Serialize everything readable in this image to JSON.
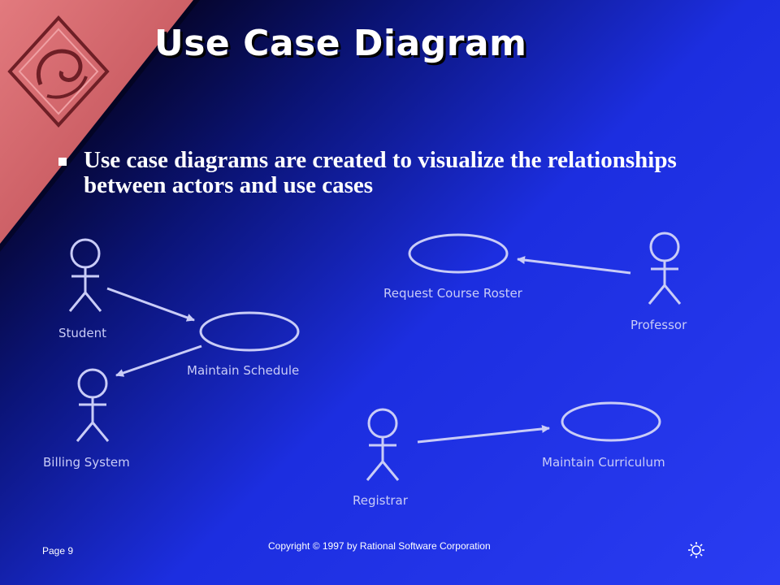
{
  "slide": {
    "title": "Use Case Diagram",
    "bullet": "Use case diagrams are created to visualize the relationships between actors and use cases"
  },
  "diagram": {
    "actors": [
      {
        "id": "student",
        "label": "Student"
      },
      {
        "id": "billing",
        "label": "Billing System"
      },
      {
        "id": "registrar",
        "label": "Registrar"
      },
      {
        "id": "professor",
        "label": "Professor"
      }
    ],
    "use_cases": [
      {
        "id": "maintain-schedule",
        "label": "Maintain Schedule"
      },
      {
        "id": "request-roster",
        "label": "Request Course Roster"
      },
      {
        "id": "maintain-curriculum",
        "label": "Maintain Curriculum"
      }
    ],
    "associations": [
      {
        "from": "student",
        "to": "maintain-schedule"
      },
      {
        "from": "maintain-schedule",
        "to": "billing"
      },
      {
        "from": "professor",
        "to": "request-roster"
      },
      {
        "from": "registrar",
        "to": "maintain-curriculum"
      }
    ]
  },
  "footer": {
    "page": "Page 9",
    "copyright": "Copyright © 1997 by Rational Software Corporation",
    "logo_icon": "sun-icon"
  },
  "colors": {
    "diagram_stroke": "#c9ccf7",
    "corner_band": "#d96c70"
  }
}
